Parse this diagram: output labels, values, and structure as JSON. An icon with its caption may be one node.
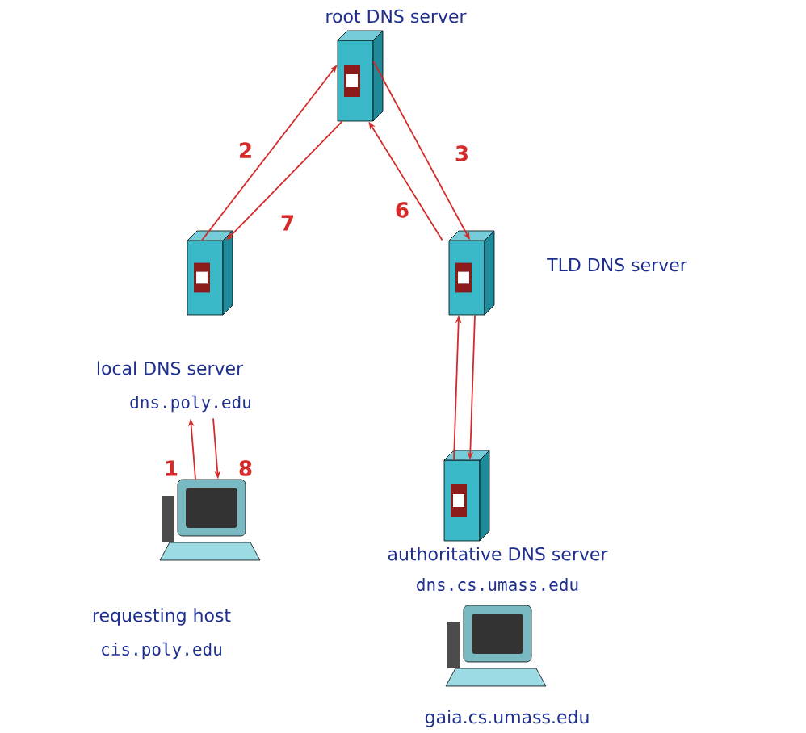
{
  "diagram": {
    "nodes": [
      {
        "text": [],
        "shape": "picture",
        "beside": [
          "root DNS server"
        ]
      },
      {
        "text": [],
        "shape": "picture",
        "beside": [
          "local DNS server",
          "dns.poly.edu"
        ]
      },
      {
        "text": [],
        "shape": "picture",
        "beside": [
          "TLD DNS server"
        ]
      },
      {
        "text": [],
        "shape": "picture",
        "beside": [
          "requesting host",
          "cis.poly.edu"
        ]
      },
      {
        "text": [],
        "shape": "picture",
        "beside": [
          "authoritative DNS server",
          "dns.cs.umass.edu"
        ]
      },
      {
        "text": [],
        "shape": "picture",
        "beside": [
          "gaia.cs.umass.edu"
        ]
      }
    ],
    "edges": [
      {
        "from": 3,
        "to": 1,
        "arrow": "to",
        "label": "1"
      },
      {
        "from": 1,
        "to": 0,
        "arrow": "to",
        "label": "2"
      },
      {
        "from": 0,
        "to": 2,
        "arrow": "to",
        "label": "3"
      },
      {
        "from": 2,
        "to": 4,
        "arrow": "to"
      },
      {
        "from": 4,
        "to": 2,
        "arrow": "to"
      },
      {
        "from": 2,
        "to": 0,
        "arrow": "to",
        "label": "6"
      },
      {
        "from": 0,
        "to": 1,
        "arrow": "to",
        "label": "7"
      },
      {
        "from": 1,
        "to": 3,
        "arrow": "to",
        "label": "8"
      }
    ]
  }
}
